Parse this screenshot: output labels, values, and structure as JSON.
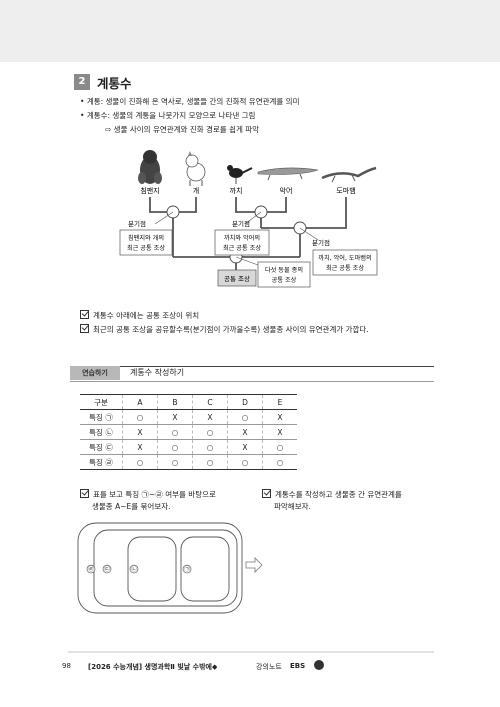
{
  "section": {
    "number": "2",
    "title": "계통수"
  },
  "bullets": [
    "계통: 생물이 진화해 온 역사로, 생물들 간의 진화적 유연관계를 의미",
    "계통수: 생물의 계통을 나뭇가지 모양으로 나타낸 그림"
  ],
  "sub_point": "생물 사이의 유연관계와 진화 경로를 쉽게 파악",
  "tree": {
    "animals": [
      "침팬지",
      "개",
      "까치",
      "악어",
      "도마뱀"
    ],
    "branch_label": "분기점",
    "box1": [
      "침팬지와 개의",
      "최근 공통 조상"
    ],
    "box2": [
      "까치와 악어의",
      "최근 공통 조상"
    ],
    "box3": [
      "까치, 악어, 도마뱀의",
      "최근 공통 조상"
    ],
    "box4": [
      "다섯 동물 종의",
      "공통 조상"
    ],
    "common": "공통 조상"
  },
  "notes": [
    "계통수 아래에는 공통 조상이 위치",
    "최근의 공통 조상을 공유할수록(분기점이 가까울수록) 생물종 사이의 유연관계가 가깝다."
  ],
  "practice": {
    "tab": "연습하기",
    "title": "계통수 작성하기",
    "table": {
      "headers": [
        "구분",
        "A",
        "B",
        "C",
        "D",
        "E"
      ],
      "rows": [
        [
          "특징 ㉠",
          "○",
          "X",
          "X",
          "○",
          "X"
        ],
        [
          "특징 ㉡",
          "X",
          "○",
          "○",
          "X",
          "X"
        ],
        [
          "특징 ㉢",
          "X",
          "○",
          "○",
          "X",
          "○"
        ],
        [
          "특징 ㉣",
          "○",
          "○",
          "○",
          "○",
          "○"
        ]
      ]
    },
    "task1": [
      "표를 보고 특징 ㉠~㉣ 여부를 바탕으로",
      "생물종 A~E를 묶어보자."
    ],
    "task2": [
      "계통수를 작성하고 생물종 간 유연관계를",
      "파악해보자."
    ],
    "markers": [
      "㉣",
      "㉢",
      "㉡",
      "㉠"
    ]
  },
  "footer": {
    "page": "98",
    "book": "[2026 수능개념] 생명과학Ⅱ 빛날 수밖에◆",
    "suffix": "강의노트",
    "brand": "EBS"
  }
}
